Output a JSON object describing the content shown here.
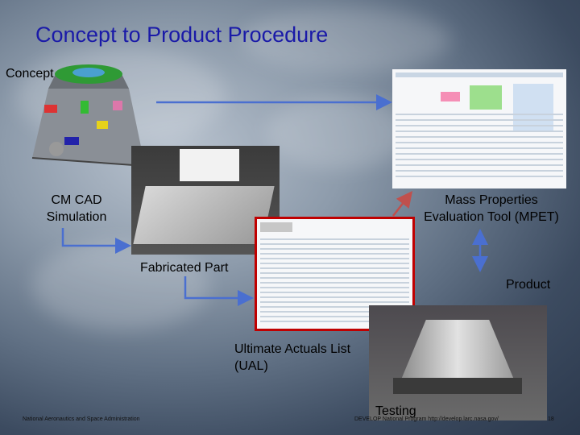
{
  "slide": {
    "title": "Concept to Product Procedure",
    "labels": {
      "concept": "Concept",
      "cm_cad_line1": "CM CAD",
      "cm_cad_line2": "Simulation",
      "mpet_line1": "Mass Properties",
      "mpet_line2": "Evaluation Tool (MPET)",
      "fabricated_part": "Fabricated Part",
      "product": "Product",
      "ual_line1": "Ultimate Actuals List",
      "ual_line2": "(UAL)",
      "testing": "Testing"
    },
    "footer": {
      "left": "National Aeronautics and Space Administration",
      "center": "DEVELOP National Program http://develop.larc.nasa.gov/",
      "page": "18"
    },
    "colors": {
      "title": "#1a1aa8",
      "arrow": "#4a6fd0",
      "arrow_red": "#c0504d",
      "highlight": "#c00000"
    }
  }
}
